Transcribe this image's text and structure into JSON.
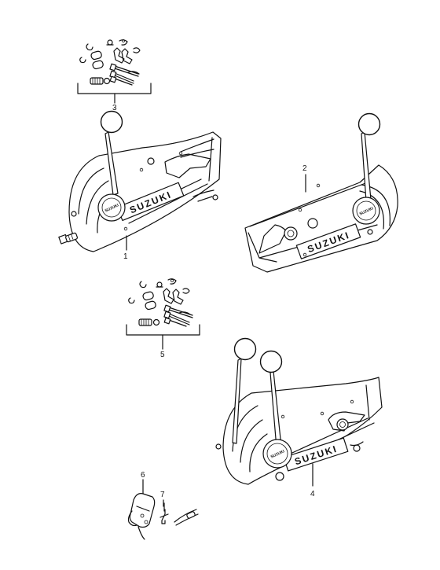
{
  "callouts": {
    "c1": "1",
    "c2": "2",
    "c3": "3",
    "c4": "4",
    "c5": "5",
    "c6": "6",
    "c7": "7"
  },
  "brand": {
    "panel": "SUZUKI",
    "hub": "SUZUKI"
  },
  "colors": {
    "ink": "#111111",
    "paper": "#ffffff"
  }
}
